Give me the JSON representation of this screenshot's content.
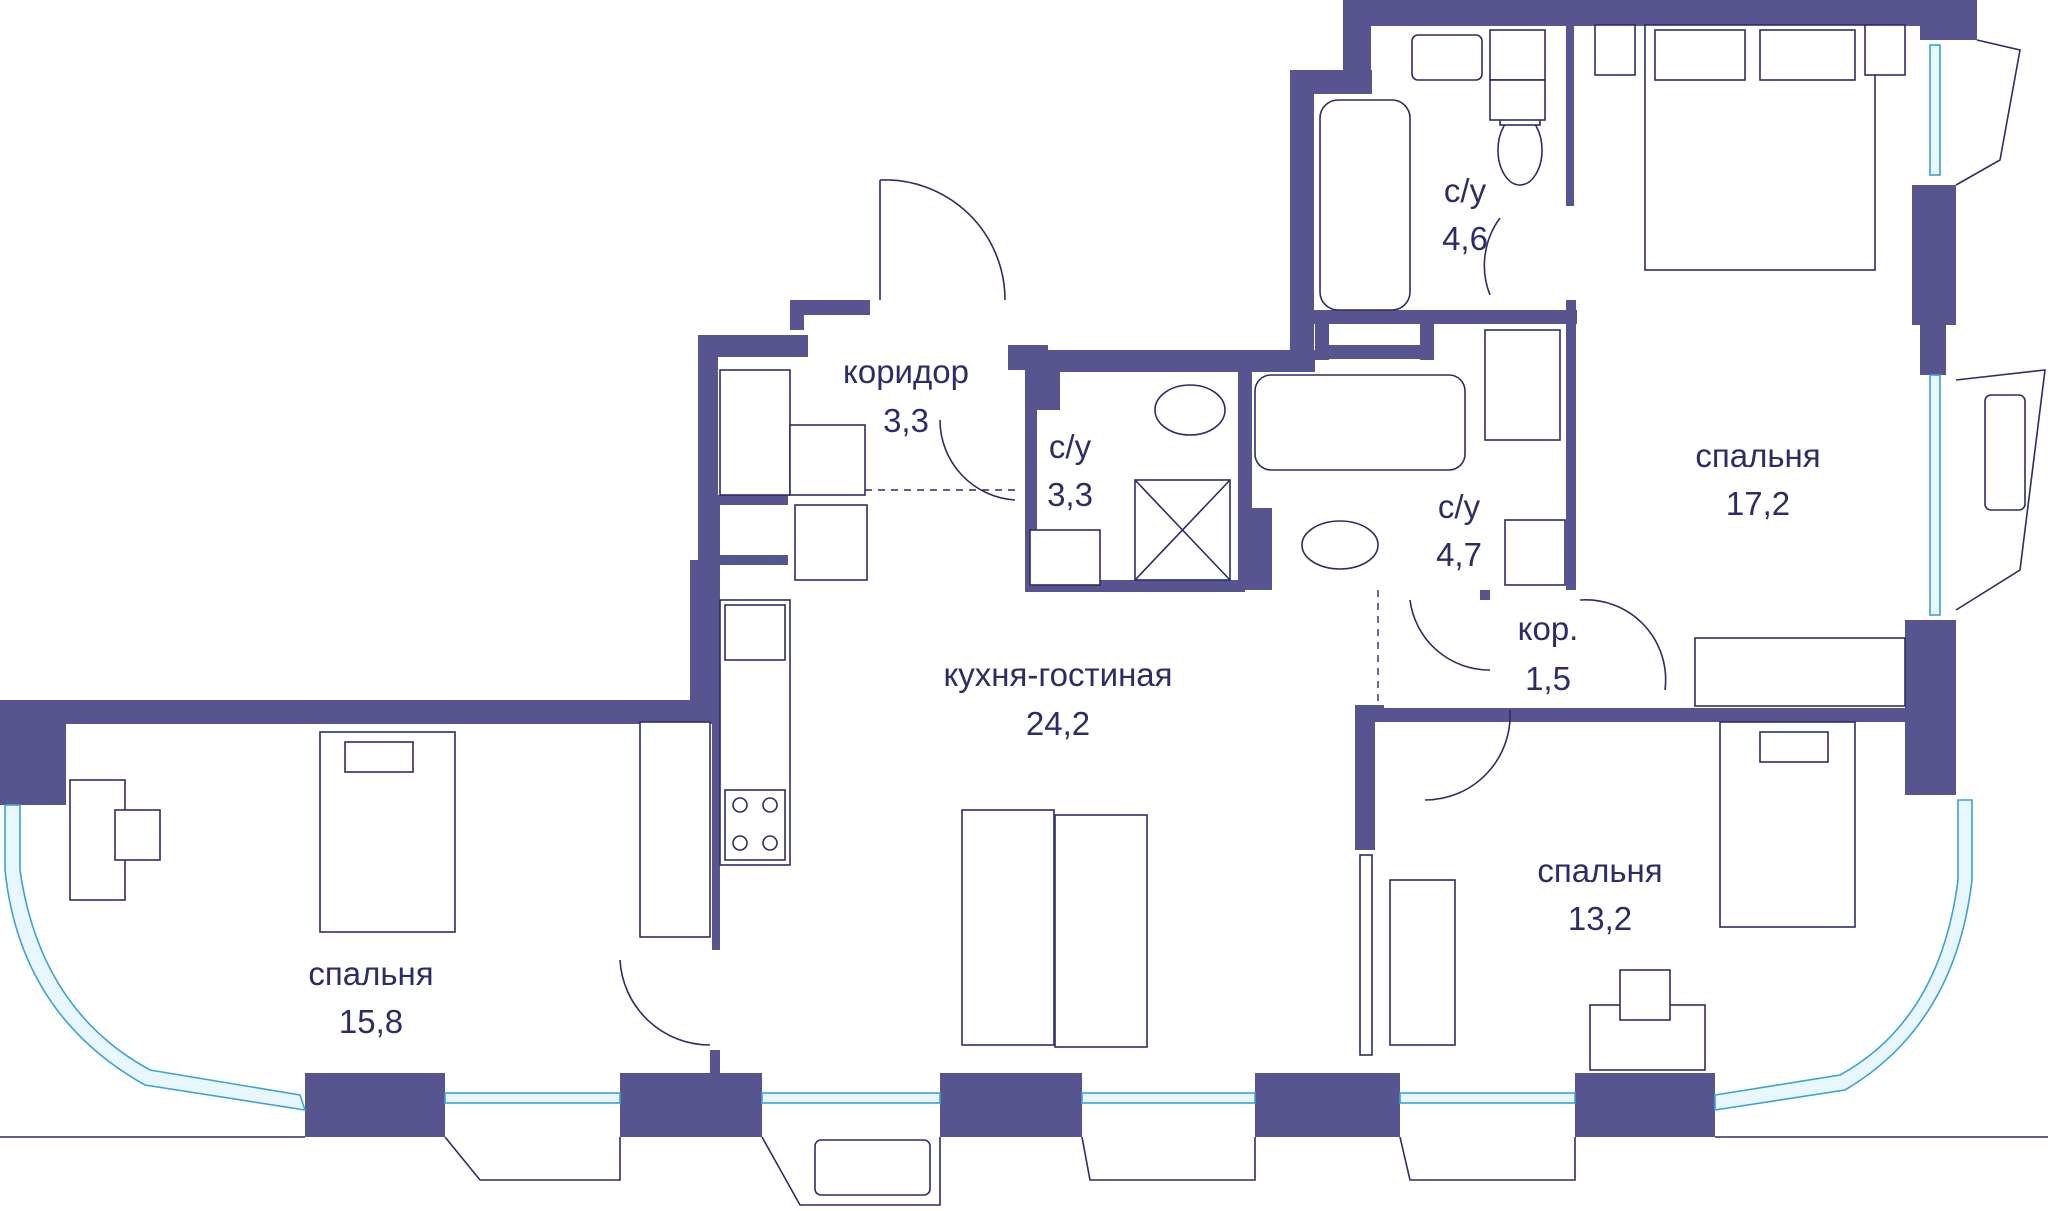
{
  "colors": {
    "wall": "#57548f",
    "line": "#2c2c6a",
    "glass": "#3aa3d6",
    "background": "#ffffff"
  },
  "rooms": {
    "corridor": {
      "name": "коридор",
      "area": "3,3"
    },
    "bath_small": {
      "name": "с/у",
      "area": "3,3"
    },
    "bath_top": {
      "name": "с/у",
      "area": "4,6"
    },
    "bath_mid": {
      "name": "с/у",
      "area": "4,7"
    },
    "hall_small": {
      "name": "кор.",
      "area": "1,5"
    },
    "bedroom_top": {
      "name": "спальня",
      "area": "17,2"
    },
    "kitchen_living": {
      "name": "кухня-гостиная",
      "area": "24,2"
    },
    "bedroom_left": {
      "name": "спальня",
      "area": "15,8"
    },
    "bedroom_right": {
      "name": "спальня",
      "area": "13,2"
    }
  }
}
